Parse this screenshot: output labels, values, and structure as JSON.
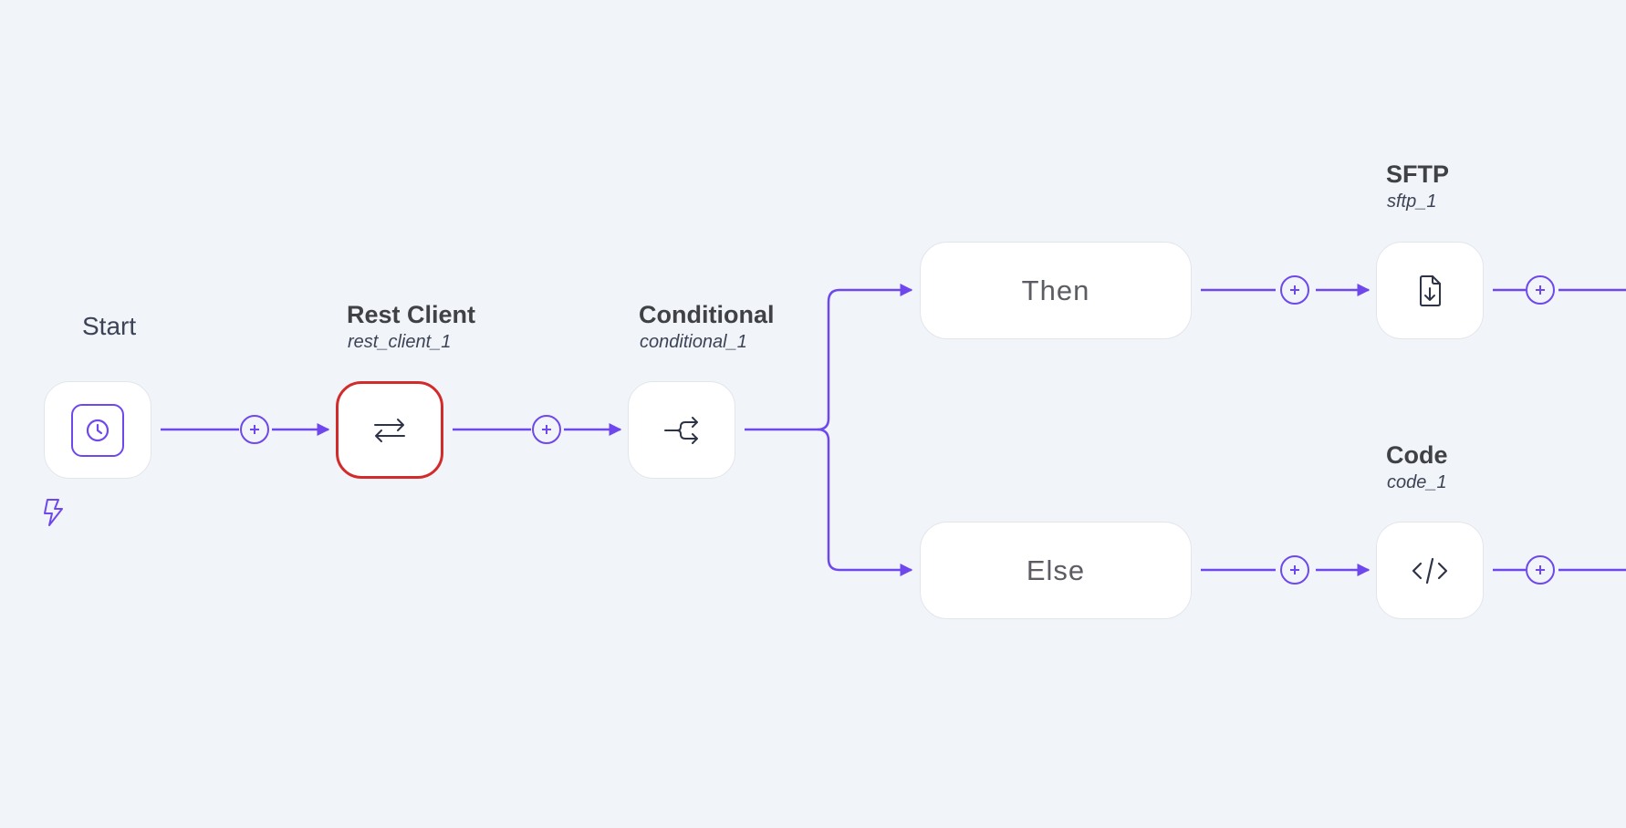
{
  "start": {
    "label": "Start",
    "icon": "clock-icon",
    "trigger_icon": "lightning-bolt-icon"
  },
  "nodes": [
    {
      "id": "rest_client",
      "title": "Rest Client",
      "subtitle": "rest_client_1",
      "icon": "arrows-exchange-icon",
      "selected": true
    },
    {
      "id": "conditional",
      "title": "Conditional",
      "subtitle": "conditional_1",
      "icon": "branch-split-icon",
      "selected": false
    },
    {
      "id": "sftp",
      "title": "SFTP",
      "subtitle": "sftp_1",
      "icon": "file-download-icon",
      "selected": false
    },
    {
      "id": "code",
      "title": "Code",
      "subtitle": "code_1",
      "icon": "code-brackets-icon",
      "selected": false
    }
  ],
  "branches": {
    "then_label": "Then",
    "else_label": "Else"
  },
  "add_step_icon": "plus-circle-icon",
  "colors": {
    "accent": "#6e48ec",
    "selected_border": "#d22b2b",
    "background": "#f1f4f8",
    "node_background": "#ffffff"
  }
}
